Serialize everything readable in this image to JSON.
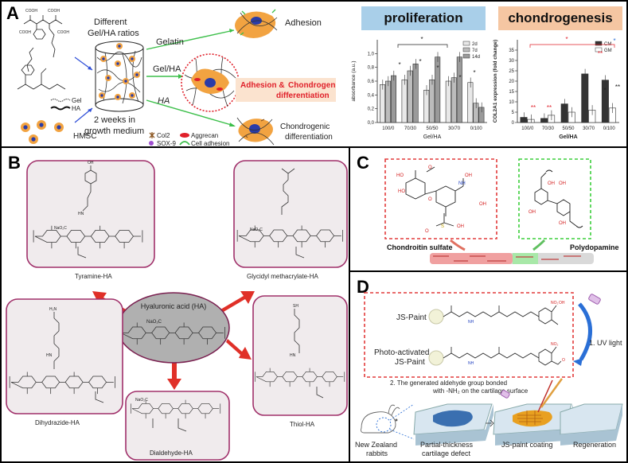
{
  "panel_a": {
    "label": "A",
    "schematic": {
      "gelatin_cooh_1": "COOH",
      "gelatin_cooh_2": "COOH",
      "gelatin_cooh_3": "COOH",
      "gelatin_cooh_4": "COOH",
      "gel_key": "Gel",
      "ha_key": "HA",
      "hmsc": "HMSC",
      "ratios_line1": "Different",
      "ratios_line2": "Gel/HA ratios",
      "culture_line1": "2 weeks in",
      "culture_line2": "growth medium",
      "arrow_gelatin": "Gelatin",
      "arrow_gelha": "Gel/HA",
      "arrow_ha": "HA",
      "outcome_adhesion": "Adhesion",
      "outcome_both_1": "Adhesion & ",
      "outcome_both_2": "Chondrogenic",
      "outcome_both_3": "differentiation",
      "outcome_chondro_1": "Chondrogenic",
      "outcome_chondro_2": "differentiation",
      "legend_col2": "Col2",
      "legend_aggrecan": "Aggrecan",
      "legend_sox9": "SOX-9",
      "legend_adhesion": "Cell adhesion"
    },
    "proliferation_header": "proliferation",
    "chondrogenesis_header": "chondrogenesis",
    "colors": {
      "prolif_header_bg": "#a9cfe9",
      "chondro_header_bg": "#f5c6a2",
      "significance_red": "#e0202a"
    }
  },
  "chart_data": [
    {
      "type": "bar",
      "title": "proliferation",
      "xlabel": "Gel/HA",
      "ylabel": "absorbance (a.u.)",
      "ylim": [
        0,
        1.2
      ],
      "yticks": [
        "0,0",
        "0,2",
        "0,4",
        "0,6",
        "0,8",
        "1,0"
      ],
      "categories": [
        "100/0",
        "70/30",
        "50/50",
        "30/70",
        "0/100"
      ],
      "series": [
        {
          "name": "2d",
          "values": [
            0.55,
            0.62,
            0.47,
            0.6,
            0.58
          ]
        },
        {
          "name": "7d",
          "values": [
            0.6,
            0.75,
            0.62,
            0.65,
            0.28
          ]
        },
        {
          "name": "14d",
          "values": [
            0.68,
            0.85,
            0.95,
            0.95,
            0.22
          ]
        }
      ],
      "annotations": [
        "*",
        "*",
        "*",
        "*",
        "*",
        "*"
      ],
      "legend": "top-right"
    },
    {
      "type": "bar",
      "title": "chondrogenesis",
      "xlabel": "Gel/HA",
      "ylabel": "COL2A1 expression (fold change)",
      "ylim": [
        0,
        40
      ],
      "yticks": [
        "0",
        "5",
        "10",
        "15",
        "20",
        "25",
        "30",
        "35"
      ],
      "categories": [
        "100/0",
        "70/30",
        "50/50",
        "30/70",
        "0/100"
      ],
      "series": [
        {
          "name": "CM",
          "values": [
            2.5,
            2.0,
            9.0,
            23.5,
            20.5
          ]
        },
        {
          "name": "GM",
          "values": [
            1.5,
            3.5,
            5.0,
            6.0,
            7.0
          ]
        }
      ],
      "annotations": [
        "**",
        "**",
        "**",
        "**",
        "*",
        "*",
        "*"
      ],
      "legend": "top-right"
    }
  ],
  "panel_b": {
    "label": "B",
    "center_title": "Hyaluronic acid (HA)",
    "center_sub": "NaO₂C",
    "derivatives": [
      "Tyramine-HA",
      "Glycidyl methacrylate-HA",
      "Dihydrazide-HA",
      "Thiol-HA",
      "Dialdehyde-HA"
    ],
    "naoc": "NaO₂C",
    "atoms": {
      "oh": "OH",
      "ho": "HO",
      "o": "O",
      "nh": "NH",
      "hn": "HN",
      "h2n": "H₂N",
      "sh": "SH",
      "n": "n"
    },
    "colors": {
      "box_border": "#a0306a",
      "box_fill": "#f0ebed",
      "arrow": "#e03028",
      "center_fill": "#b0b0b0"
    }
  },
  "panel_c": {
    "label": "C",
    "left_title": "Chondroitin sulfate",
    "right_title": "Polydopamine",
    "atoms": {
      "oh": "OH",
      "ho": "HO",
      "o": "O",
      "nh": "NH",
      "s": "S",
      "h": "H"
    },
    "colors": {
      "left_box": "#e23b3b",
      "right_box": "#3ccf3c",
      "oxygen_red": "#d42020"
    }
  },
  "panel_d": {
    "label": "D",
    "js_paint": "JS-Paint",
    "photo_activated_1": "Photo-activated",
    "photo_activated_2": "JS-Paint",
    "uv_step": "1. UV light",
    "aldehyde_step_1": "2. The generated aldehyde group bonded",
    "aldehyde_step_2": "with -NH₂ on the cartilage surface",
    "no2": "NO₂",
    "oh": "OH",
    "h": "H",
    "o": "O",
    "nh": "NH",
    "stages": [
      {
        "line1": "New Zealand",
        "line2": "rabbits"
      },
      {
        "line1": "Partial-thickness",
        "line2": "cartilage defect"
      },
      {
        "line1": "JS-paint coating",
        "line2": ""
      },
      {
        "line1": "Regeneration",
        "line2": ""
      }
    ],
    "colors": {
      "dashed_box": "#e23b3b",
      "uv_arrow": "#2a6fd6"
    }
  }
}
